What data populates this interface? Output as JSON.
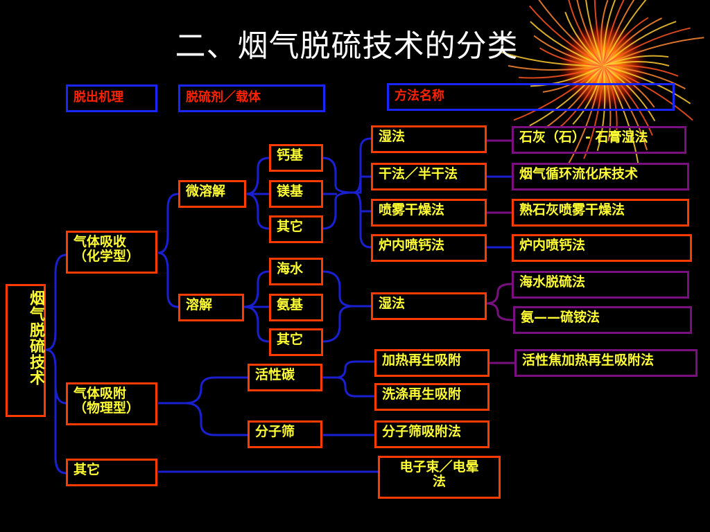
{
  "title": "二、烟气脱硫技术的分类",
  "headers": {
    "mechanism": "脱出机理",
    "agent": "脱硫剂／载体",
    "method": "方法名称"
  },
  "root": "烟气脱硫技术",
  "mechanisms": {
    "chem": "气体吸收\n（化学型）",
    "phys": "气体吸附\n（物理型）",
    "other": "其它"
  },
  "agents": {
    "slight": "微溶解",
    "dissolve": "溶解",
    "ca": "钙基",
    "mg": "镁基",
    "other1": "其它",
    "sea": "海水",
    "nh3": "氨基",
    "other2": "其它",
    "carbon": "活性碳",
    "sieve": "分子筛"
  },
  "processes": {
    "wet1": "湿法",
    "dry": "干法／半干法",
    "spray": "喷雾干燥法",
    "furnace": "炉内喷钙法",
    "wet2": "湿法",
    "heat": "加热再生吸附",
    "wash": "洗涤再生吸附",
    "sieve": "分子筛吸附法",
    "ebeam": "电子束／电晕\n法"
  },
  "methods": {
    "limestone": "石灰（石）- 石膏湿法",
    "cfb": "烟气循环流化床技术",
    "lime_spray": "熟石灰喷雾干燥法",
    "furnace": "炉内喷钙法",
    "seawater": "海水脱硫法",
    "ammonia": "氨——硫铵法",
    "coke": "活性焦加热再生吸附法"
  }
}
